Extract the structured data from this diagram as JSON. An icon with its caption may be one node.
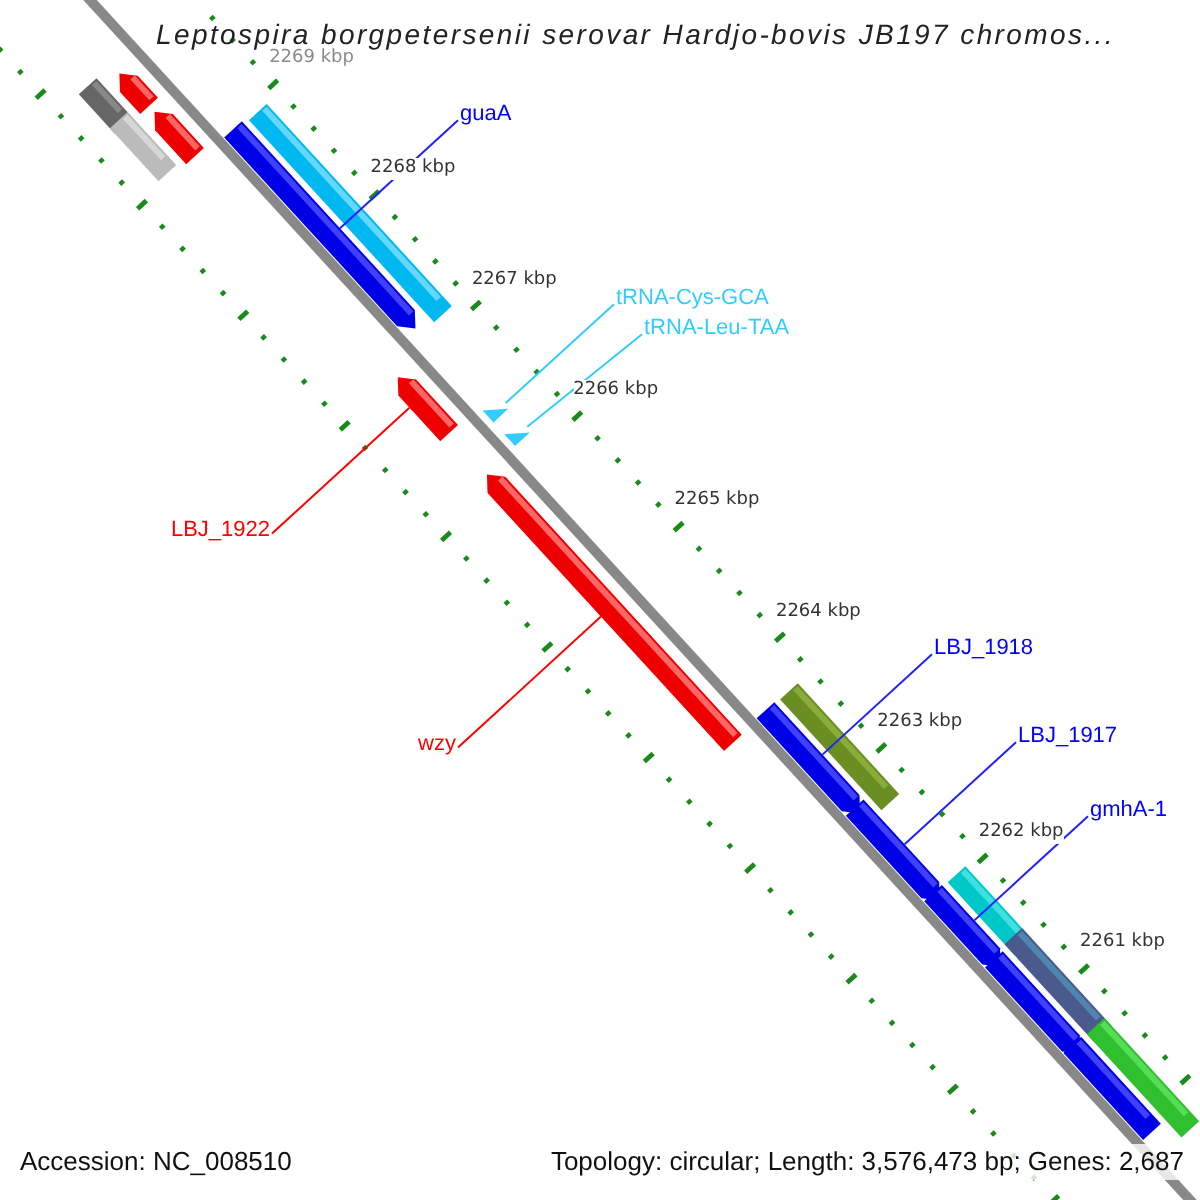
{
  "diagram": {
    "title": "Leptospira borgpetersenii serovar Hardjo-bovis JB197 chromos...",
    "nodes": [
      {
        "text": [],
        "shape": "bar"
      },
      {
        "text": [],
        "shape": "bar"
      },
      {
        "text": [],
        "shape": "bar"
      },
      {
        "text": [],
        "shape": "bar"
      },
      {
        "text": [],
        "shape": "bar"
      },
      {
        "text": [],
        "shape": "bar"
      },
      {
        "text": [
          "guaA"
        ]
      },
      {
        "text": [
          "tRNA-Cys-GCA"
        ]
      },
      {
        "text": [
          "tRNA-Leu-TAA"
        ]
      },
      {
        "text": [],
        "shape": "triangle"
      },
      {
        "text": [],
        "shape": "triangle"
      },
      {
        "text": [],
        "shape": "bar"
      },
      {
        "text": [
          "LBJ_1922"
        ]
      },
      {
        "text": [],
        "shape": "bar"
      },
      {
        "text": [
          "wzy"
        ]
      },
      {
        "text": [
          "LBJ_1918"
        ]
      },
      {
        "text": [],
        "shape": "bar"
      },
      {
        "text": [],
        "shape": "bar"
      },
      {
        "text": [
          "LBJ_1917"
        ]
      },
      {
        "text": [],
        "shape": "bar"
      },
      {
        "text": [
          "gmhA-1"
        ]
      },
      {
        "text": [],
        "shape": "bar"
      },
      {
        "text": [],
        "shape": "bar"
      },
      {
        "text": [],
        "shape": "bar"
      },
      {
        "text": [],
        "shape": "bar"
      },
      {
        "text": [],
        "shape": "bar"
      },
      {
        "text": [],
        "shape": "bar"
      }
    ],
    "edges": [
      {
        "from": 6,
        "to": 5,
        "arrow": "none"
      },
      {
        "from": 7,
        "to": 9,
        "arrow": "none",
        "color": "#33ccff"
      },
      {
        "from": 8,
        "to": 10,
        "arrow": "none",
        "color": "#33ccff"
      },
      {
        "from": 12,
        "to": 11,
        "arrow": "none",
        "color": "#ff0000"
      },
      {
        "from": 14,
        "to": 13,
        "arrow": "none",
        "color": "#ff0000"
      },
      {
        "from": 15,
        "to": 17,
        "arrow": "none"
      },
      {
        "from": 18,
        "to": 19,
        "arrow": "none"
      },
      {
        "from": 20,
        "to": 22,
        "arrow": "none"
      }
    ],
    "labels": [
      "2269 kbp",
      "2268 kbp",
      "2267 kbp",
      "2266 kbp",
      "2265 kbp",
      "2264 kbp",
      "2263 kbp",
      "2262 kbp",
      "2261 kbp",
      "Accession: NC_008510",
      "Topology: circular; Length: 3,576,473 bp; Genes: 2,687"
    ]
  }
}
